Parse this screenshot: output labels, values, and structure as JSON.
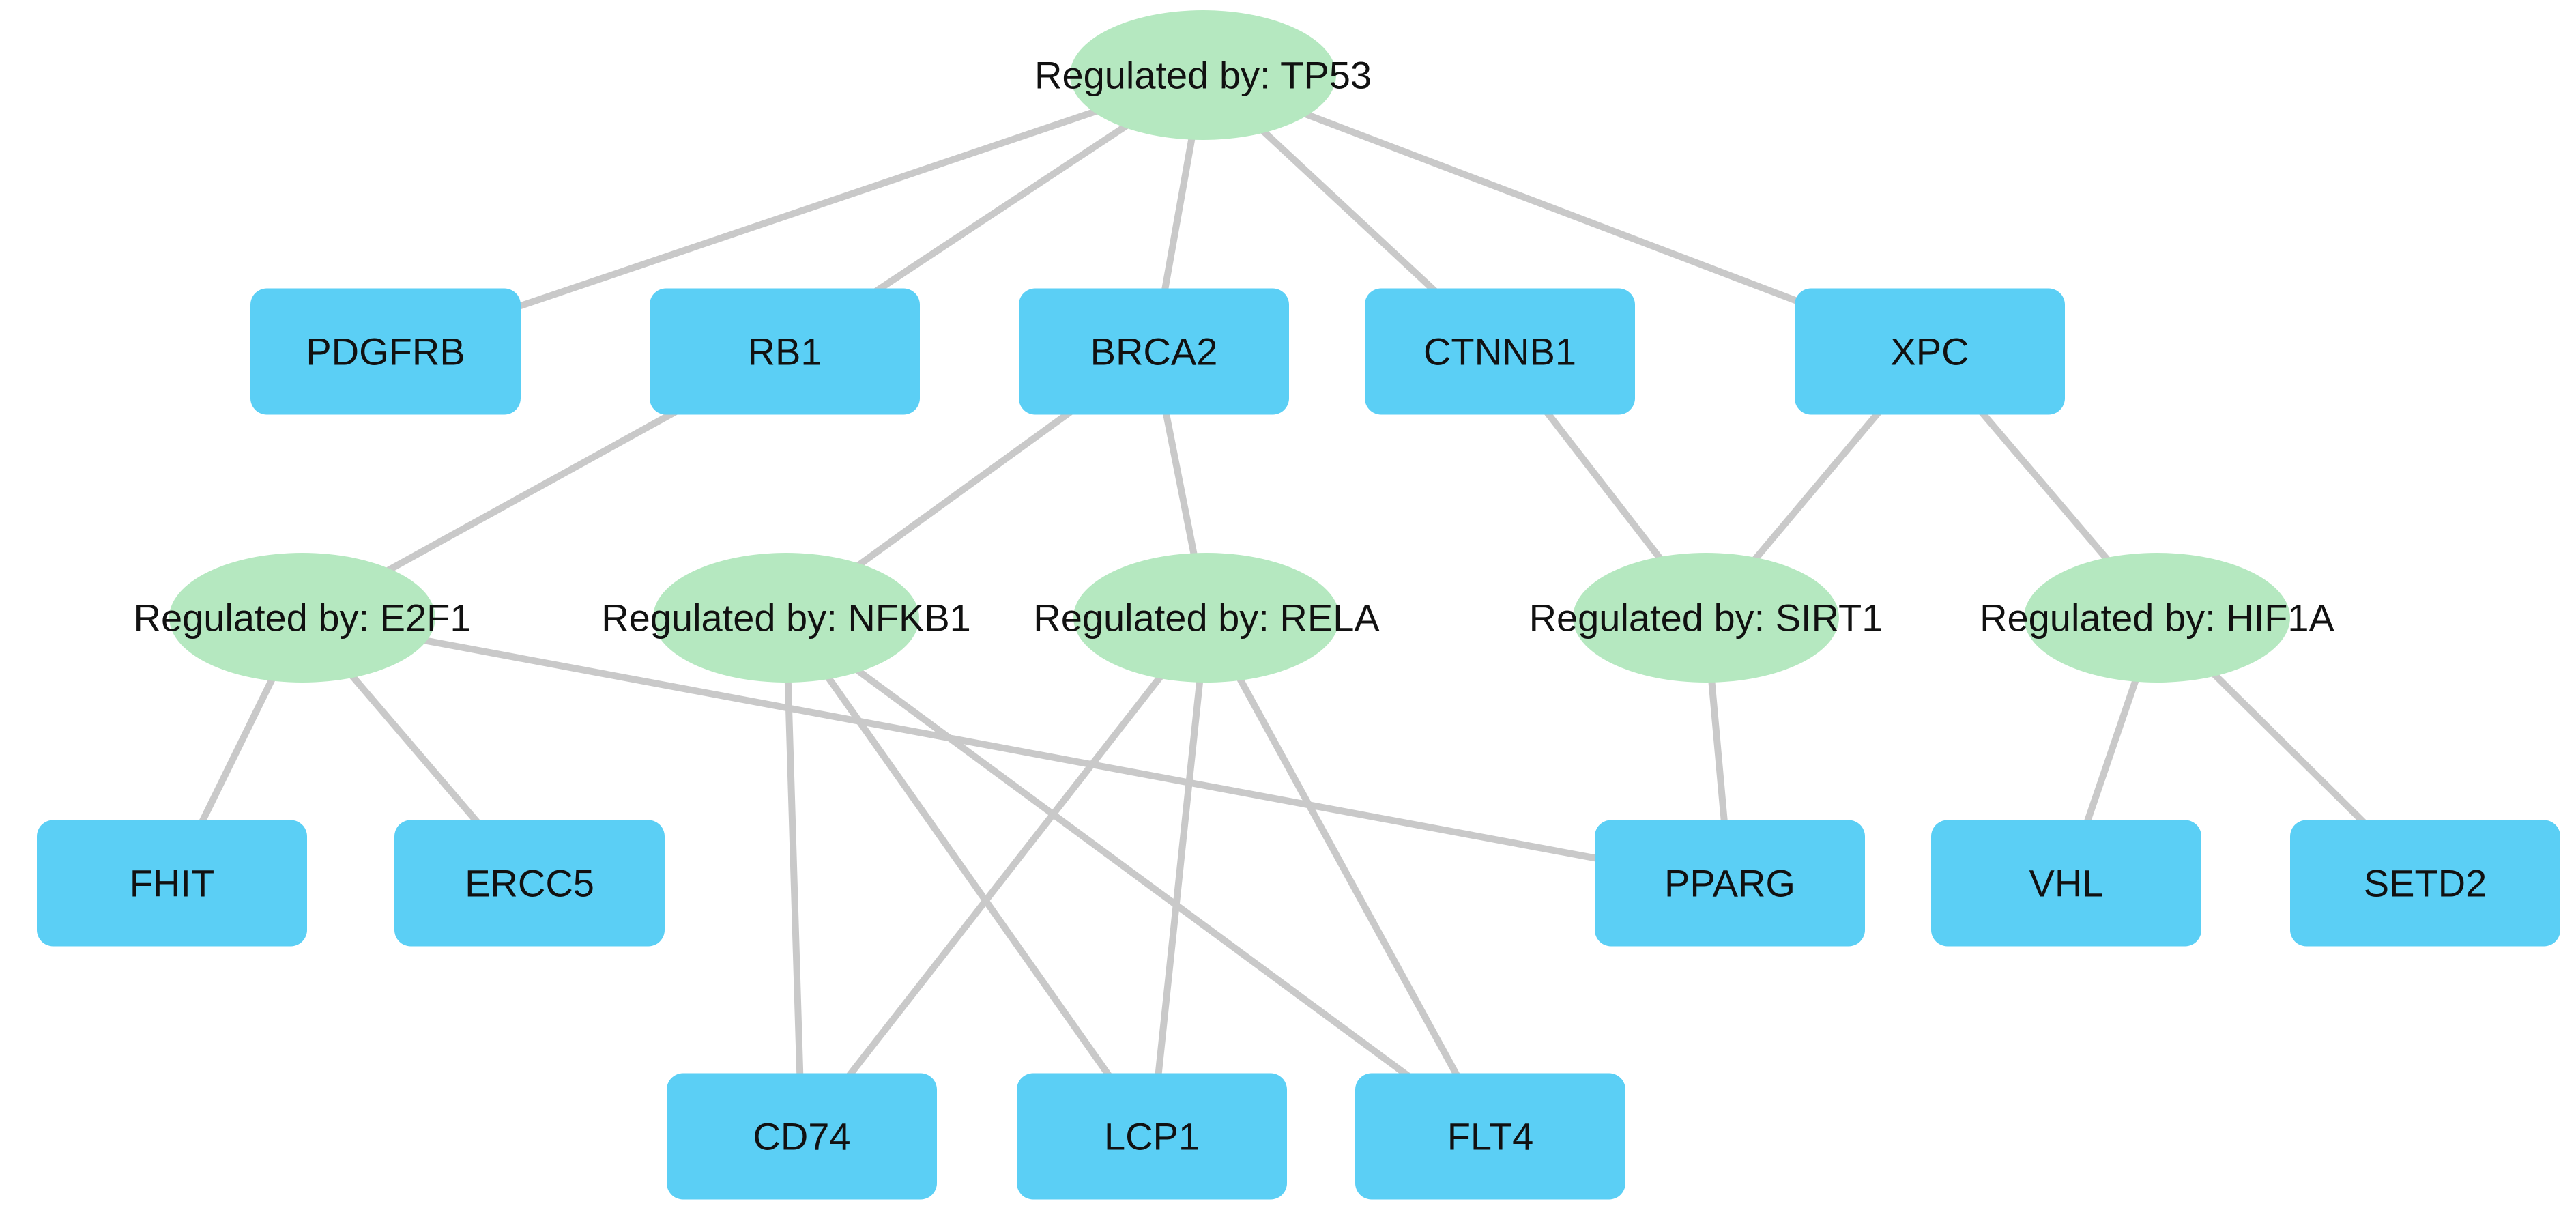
{
  "colors": {
    "regulator_fill": "#b5e8c0",
    "gene_fill": "#5bcff5",
    "edge": "#c9c9c9",
    "label": "#111111"
  },
  "nodes": [
    {
      "id": "tp53",
      "kind": "regulator",
      "label": "Regulated by: TP53"
    },
    {
      "id": "pdgfrb",
      "kind": "gene",
      "label": "PDGFRB"
    },
    {
      "id": "rb1",
      "kind": "gene",
      "label": "RB1"
    },
    {
      "id": "brca2",
      "kind": "gene",
      "label": "BRCA2"
    },
    {
      "id": "ctnnb1",
      "kind": "gene",
      "label": "CTNNB1"
    },
    {
      "id": "xpc",
      "kind": "gene",
      "label": "XPC"
    },
    {
      "id": "e2f1",
      "kind": "regulator",
      "label": "Regulated by: E2F1"
    },
    {
      "id": "nfkb1",
      "kind": "regulator",
      "label": "Regulated by: NFKB1"
    },
    {
      "id": "rela",
      "kind": "regulator",
      "label": "Regulated by: RELA"
    },
    {
      "id": "sirt1",
      "kind": "regulator",
      "label": "Regulated by: SIRT1"
    },
    {
      "id": "hif1a",
      "kind": "regulator",
      "label": "Regulated by: HIF1A"
    },
    {
      "id": "fhit",
      "kind": "gene",
      "label": "FHIT"
    },
    {
      "id": "ercc5",
      "kind": "gene",
      "label": "ERCC5"
    },
    {
      "id": "pparg",
      "kind": "gene",
      "label": "PPARG"
    },
    {
      "id": "vhl",
      "kind": "gene",
      "label": "VHL"
    },
    {
      "id": "setd2",
      "kind": "gene",
      "label": "SETD2"
    },
    {
      "id": "cd74",
      "kind": "gene",
      "label": "CD74"
    },
    {
      "id": "lcp1",
      "kind": "gene",
      "label": "LCP1"
    },
    {
      "id": "flt4",
      "kind": "gene",
      "label": "FLT4"
    }
  ],
  "edges": [
    {
      "from": "tp53",
      "to": "pdgfrb"
    },
    {
      "from": "tp53",
      "to": "rb1"
    },
    {
      "from": "tp53",
      "to": "brca2"
    },
    {
      "from": "tp53",
      "to": "ctnnb1"
    },
    {
      "from": "tp53",
      "to": "xpc"
    },
    {
      "from": "rb1",
      "to": "e2f1"
    },
    {
      "from": "brca2",
      "to": "nfkb1"
    },
    {
      "from": "brca2",
      "to": "rela"
    },
    {
      "from": "ctnnb1",
      "to": "sirt1"
    },
    {
      "from": "xpc",
      "to": "sirt1"
    },
    {
      "from": "xpc",
      "to": "hif1a"
    },
    {
      "from": "e2f1",
      "to": "fhit"
    },
    {
      "from": "e2f1",
      "to": "ercc5"
    },
    {
      "from": "e2f1",
      "to": "pparg"
    },
    {
      "from": "nfkb1",
      "to": "cd74"
    },
    {
      "from": "nfkb1",
      "to": "lcp1"
    },
    {
      "from": "nfkb1",
      "to": "flt4"
    },
    {
      "from": "rela",
      "to": "cd74"
    },
    {
      "from": "rela",
      "to": "lcp1"
    },
    {
      "from": "rela",
      "to": "flt4"
    },
    {
      "from": "sirt1",
      "to": "pparg"
    },
    {
      "from": "hif1a",
      "to": "vhl"
    },
    {
      "from": "hif1a",
      "to": "setd2"
    }
  ]
}
